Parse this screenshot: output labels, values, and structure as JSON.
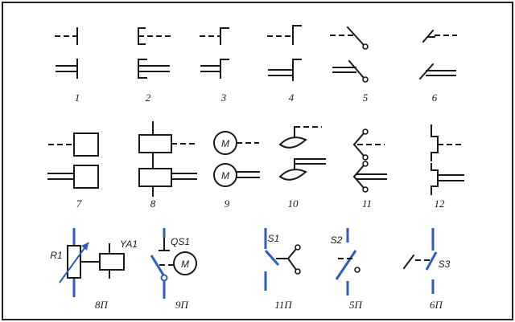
{
  "figure_labels": [
    "1",
    "2",
    "3",
    "4",
    "5",
    "6",
    "7",
    "8",
    "9",
    "10",
    "11",
    "12",
    "8П",
    "9П",
    "11П",
    "5П",
    "6П"
  ],
  "motor_letter": "M",
  "component_labels": {
    "r1": "R1",
    "ya1": "YA1",
    "qs1": "QS1",
    "s1": "S1",
    "s2": "S2",
    "s3": "S3"
  },
  "colors": {
    "ink": "#1a1a1a",
    "accent": "#2a5fbf"
  }
}
